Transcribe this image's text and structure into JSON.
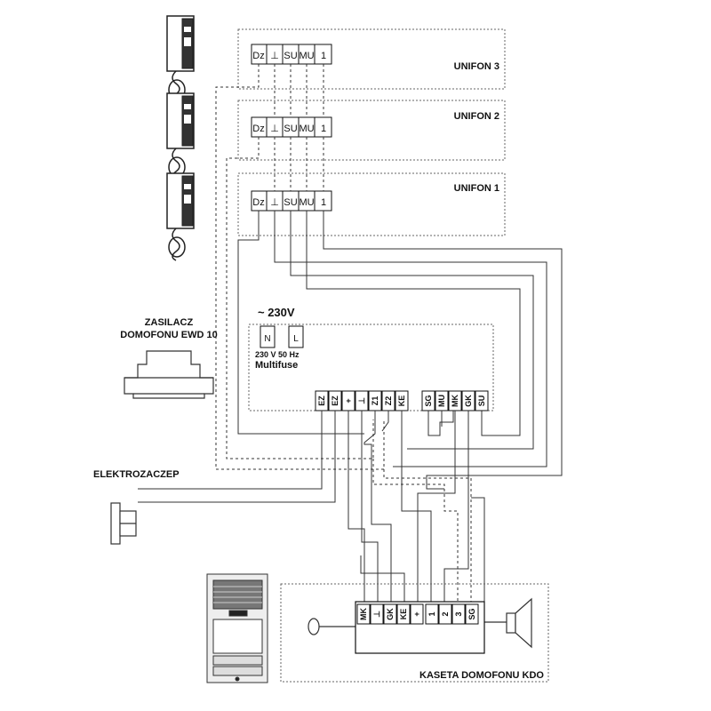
{
  "unifons": [
    {
      "name": "UNIFON 3",
      "terminals": [
        "Dz",
        "⊥",
        "SU",
        "MU",
        "1"
      ]
    },
    {
      "name": "UNIFON 2",
      "terminals": [
        "Dz",
        "⊥",
        "SU",
        "MU",
        "1"
      ]
    },
    {
      "name": "UNIFON 1",
      "terminals": [
        "Dz",
        "⊥",
        "SU",
        "MU",
        "1"
      ]
    }
  ],
  "power_supply": {
    "title_line1": "ZASILACZ",
    "title_line2": "DOMOFONU EWD 10",
    "mains_label": "~ 230V",
    "mains_terminals": [
      "N",
      "L"
    ],
    "rating": "230 V 50 Hz",
    "fuse": "Multifuse",
    "terminals": [
      "EZ",
      "EZ",
      "+",
      "⊥",
      "Z1",
      "Z2",
      "KE",
      "SG",
      "MU",
      "MK",
      "GK",
      "SU"
    ]
  },
  "lock": {
    "label": "ELEKTROZACZEP"
  },
  "door_panel": {
    "label": "KASETA DOMOFONU KDO",
    "terminals": [
      "MK",
      "⊥",
      "GK",
      "KE",
      "+",
      "1",
      "2",
      "3",
      "SG"
    ]
  }
}
